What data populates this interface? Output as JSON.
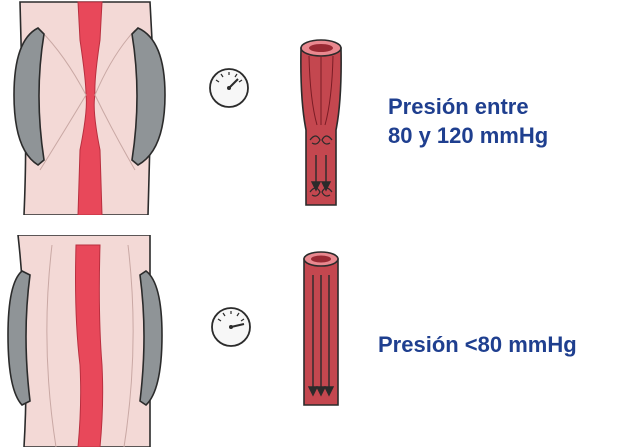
{
  "captions": {
    "top_line1": "Presión entre",
    "top_line2": "80 y 120 mmHg",
    "bottom": "Presión <80 mmHg"
  },
  "icons": {
    "cuff": "blood-pressure-cuff-icon",
    "gauge": "pressure-gauge-icon",
    "artery": "artery-tube-icon",
    "flow": "flow-arrow-icon"
  },
  "colors": {
    "caption": "#1f3f8f",
    "limb": "#f3d9d6",
    "artery": "#e8485a",
    "cuff": "#8f9497",
    "tube": "#c4474f",
    "outline": "#2b2b2b"
  }
}
